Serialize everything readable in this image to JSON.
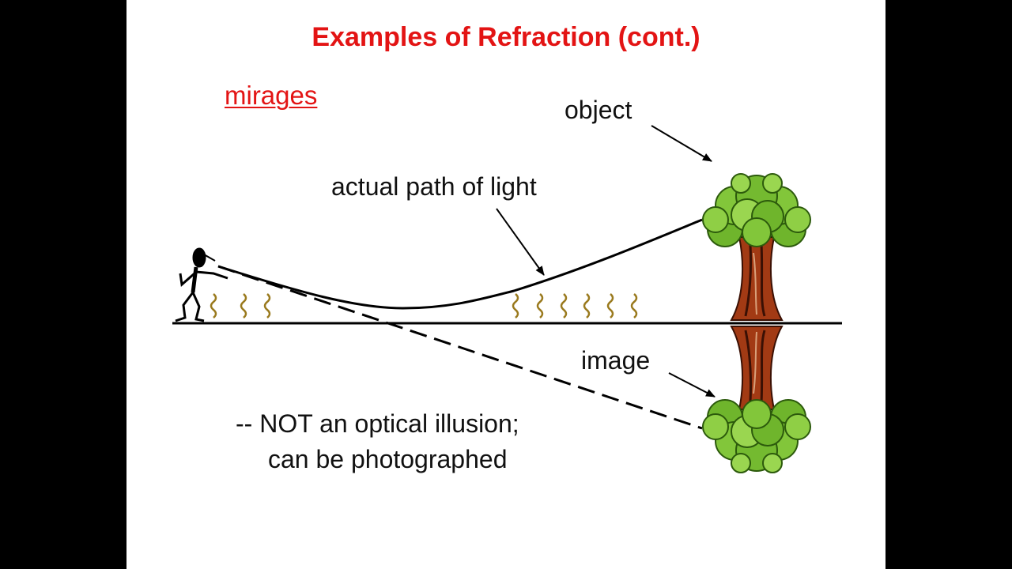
{
  "slide": {
    "title": "Examples of Refraction (cont.)",
    "subtitle": "mirages"
  },
  "diagram": {
    "label_object": "object",
    "label_path": "actual path of light",
    "label_image": "image",
    "note_line1": "-- NOT an optical illusion;",
    "note_line2": "can be photographed"
  },
  "colors": {
    "title": "#e31414",
    "heat_waves": "#9a7a1e",
    "foliage": "#6fb52c",
    "trunk": "#a23a14"
  }
}
